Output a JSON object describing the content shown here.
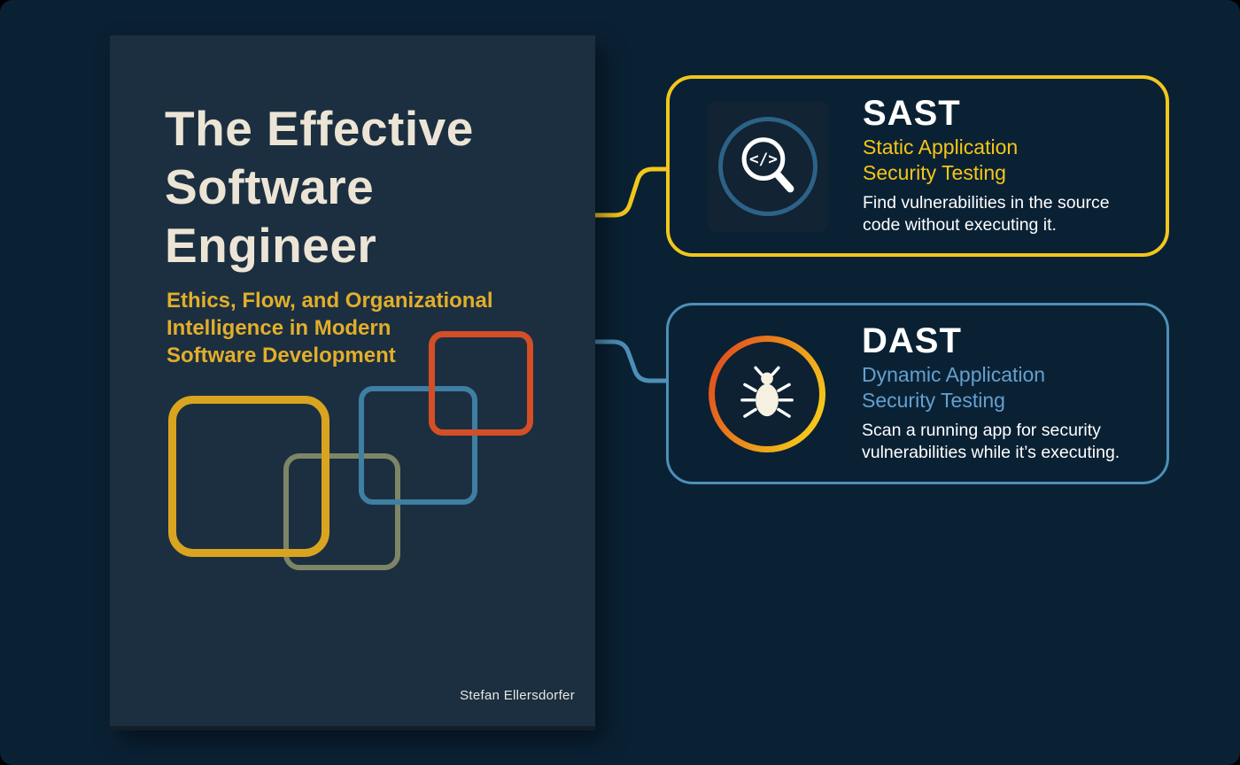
{
  "book": {
    "title_lines": [
      "The Effective",
      "Software",
      "Engineer"
    ],
    "subtitle_lines": [
      "Ethics, Flow, and Organizational",
      "Intelligence in Modern",
      "Software Development"
    ],
    "author": "Stefan Ellersdorfer"
  },
  "cards": [
    {
      "id": "sast",
      "title": "SAST",
      "subtitle_lines": [
        "Static Application",
        "Security Testing"
      ],
      "description_lines": [
        "Find vulnerabilities in the source",
        "code without executing it."
      ],
      "icon": "code-magnifier-icon",
      "accent": "#f2c71d"
    },
    {
      "id": "dast",
      "title": "DAST",
      "subtitle_lines": [
        "Dynamic Application",
        "Security Testing"
      ],
      "description_lines": [
        "Scan a running app for security",
        "vulnerabilities while it’s executing."
      ],
      "icon": "bug-icon",
      "accent": "#4e8fb8"
    }
  ],
  "colors": {
    "background": "#0a2134",
    "book_background": "#1c2f40",
    "book_title": "#ece5d6",
    "book_subtitle": "#e2ae2a",
    "square_orange": "#d44e26",
    "square_blue": "#3e7fa3",
    "square_yellow": "#d9a41f",
    "square_olive": "#7d8566",
    "sast_border": "#f2c71d",
    "dast_border": "#4e8fb8",
    "sast_subtitle_text": "#f5c518",
    "dast_subtitle_text": "#64a0cf"
  }
}
